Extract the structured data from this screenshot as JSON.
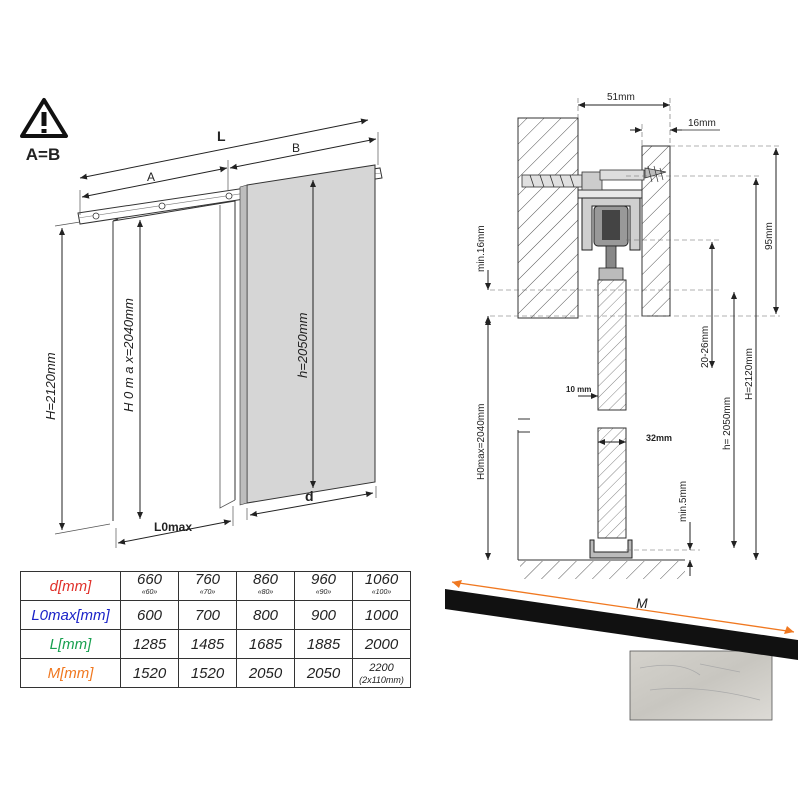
{
  "warning": {
    "label": "A=B"
  },
  "front_view": {
    "L": "L",
    "A": "A",
    "B": "B",
    "H": "H=2120mm",
    "H0max": "H 0 m a x=2040mm",
    "h": "h=2050mm",
    "d": "d",
    "L0max": "L0max"
  },
  "section_view": {
    "w51": "51mm",
    "w16": "16mm",
    "h95": "95mm",
    "min16": "min.16mm",
    "r2026": "20-26mm",
    "h2120": "H=2120mm",
    "h2050": "h= 2050mm",
    "h0max": "H0max=2040mm",
    "t10": "10 mm",
    "t32": "32mm",
    "min5": "min.5mm"
  },
  "rail_detail": {
    "M": "M"
  },
  "spec_table": {
    "rows": [
      {
        "label": "d[mm]",
        "color": "#e0302a",
        "values": [
          {
            "main": "660",
            "sub": "«60»"
          },
          {
            "main": "760",
            "sub": "«70»"
          },
          {
            "main": "860",
            "sub": "«80»"
          },
          {
            "main": "960",
            "sub": "«90»"
          },
          {
            "main": "1060",
            "sub": "«100»"
          }
        ]
      },
      {
        "label": "L0max[mm]",
        "color": "#1a22c8",
        "values": [
          {
            "main": "600"
          },
          {
            "main": "700"
          },
          {
            "main": "800"
          },
          {
            "main": "900"
          },
          {
            "main": "1000"
          }
        ]
      },
      {
        "label": "L[mm]",
        "color": "#19a050",
        "values": [
          {
            "main": "1285"
          },
          {
            "main": "1485"
          },
          {
            "main": "1685"
          },
          {
            "main": "1885"
          },
          {
            "main": "2000"
          }
        ]
      },
      {
        "label": "M[mm]",
        "color": "#f07820",
        "values": [
          {
            "main": "1520"
          },
          {
            "main": "1520"
          },
          {
            "main": "2050"
          },
          {
            "main": "2050"
          },
          {
            "main": "2200",
            "sub": "(2x110mm)"
          }
        ]
      }
    ]
  },
  "colors": {
    "L": "#19a050",
    "L0max": "#1a22c8",
    "d": "#e0302a",
    "M": "#f07820"
  }
}
